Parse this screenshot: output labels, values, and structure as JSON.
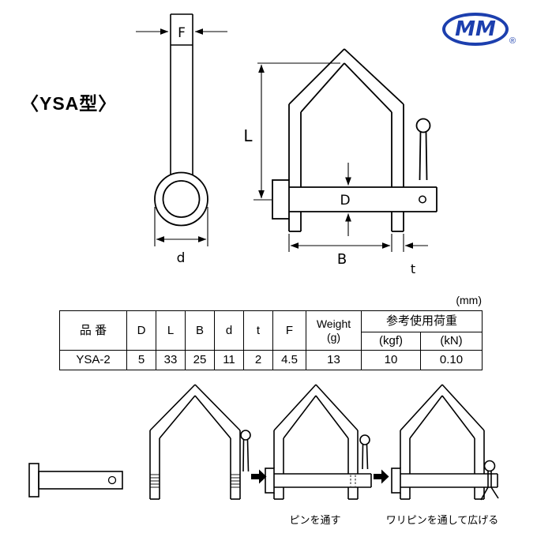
{
  "title": "〈YSA型〉",
  "logo": {
    "text": "MM",
    "registered": "®",
    "color": "#1c3fae"
  },
  "unit_label": "(mm)",
  "dims": {
    "F": "F",
    "d": "d",
    "L": "L",
    "D": "D",
    "B": "B",
    "t": "t"
  },
  "table": {
    "headers": {
      "part_no": "品 番",
      "D": "D",
      "L": "L",
      "B": "B",
      "d": "d",
      "t": "t",
      "F": "F",
      "weight_l1": "Weight",
      "weight_l2": "(g)",
      "ref_load": "参考使用荷重",
      "kgf": "(kgf)",
      "kn": "(kN)"
    },
    "rows": [
      {
        "part_no": "YSA-2",
        "D": "5",
        "L": "33",
        "B": "25",
        "d": "11",
        "t": "2",
        "F": "4.5",
        "weight": "13",
        "kgf": "10",
        "kn": "0.10"
      }
    ]
  },
  "captions": {
    "step_pin": "ピンを通す",
    "step_split": "ワリピンを通して広げる"
  }
}
